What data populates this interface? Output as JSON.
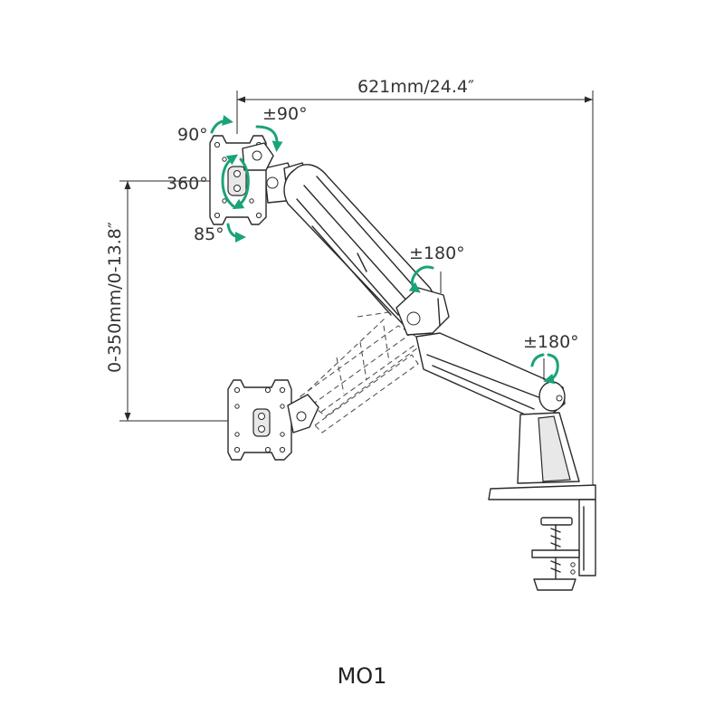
{
  "colors": {
    "line": "#2a2a2a",
    "accent": "#1aa37a",
    "text": "#333333"
  },
  "dimensions": {
    "arm_reach": "621mm/24.4″",
    "height_adjust": "0-350mm/0-13.8″"
  },
  "rotations": {
    "tilt_top": "±90°",
    "rotate_90": "90°",
    "rotate_360": "360°",
    "tilt_85": "85°",
    "elbow_swivel": "±180°",
    "base_swivel": "±180°"
  },
  "model": "MO1"
}
